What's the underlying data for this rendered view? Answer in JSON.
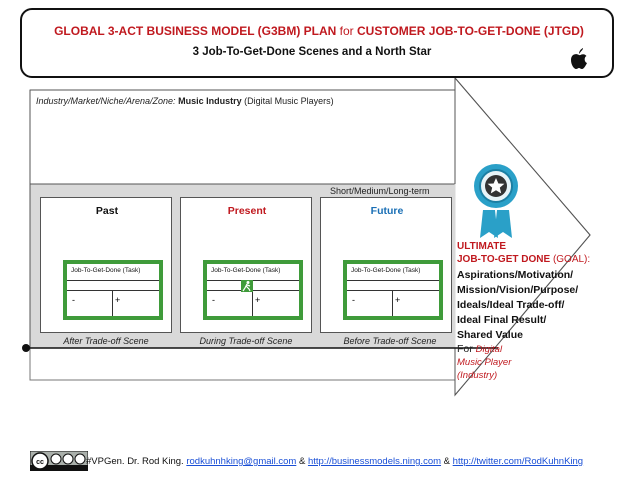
{
  "header": {
    "title_part1": "GLOBAL 3-ACT BUSINESS MODEL (G3BM) PLAN",
    "title_for": "for",
    "title_part2": "CUSTOMER JOB-TO-GET-DONE (JTGD)",
    "subtitle": "3 Job-To-Get-Done Scenes and a North Star",
    "logo_icon": "apple-icon"
  },
  "industry": {
    "label": "Industry/Market/Niche/Arena/Zone:",
    "value": "Music Industry",
    "detail": "(Digital Music Players)"
  },
  "timeline": {
    "horizon_label": "Short/Medium/Long-term"
  },
  "scenes": [
    {
      "title": "Past",
      "title_color": "#111111",
      "job_label": "Job-To-Get-Done (Task)",
      "minus": "-",
      "plus": "+",
      "caption": "After Trade-off Scene"
    },
    {
      "title": "Present",
      "title_color": "#c0191f",
      "job_label": "Job-To-Get-Done (Task)",
      "minus": "-",
      "plus": "+",
      "caption": "During Trade-off Scene"
    },
    {
      "title": "Future",
      "title_color": "#1a6fb5",
      "job_label": "Job-To-Get-Done (Task)",
      "minus": "-",
      "plus": "+",
      "caption": "Before Trade-off Scene"
    }
  ],
  "goal": {
    "line1": "ULTIMATE",
    "line2a": "JOB-TO-GET DONE",
    "line2b": "(GOAL):",
    "body": [
      "Aspirations/Motivation/",
      "Mission/Vision/Purpose/",
      "Ideals/Ideal Trade-off/",
      "Ideal Final Result/",
      "Shared Value"
    ],
    "for_label": "For",
    "for_value": "Digital Music Player (Industry)",
    "badge_icon": "star-ribbon-icon"
  },
  "footer": {
    "prefix": "#VPGen. Dr. Rod King.",
    "email": "rodkuhnhking@gmail.com",
    "sep1": "&",
    "url1": "http://businessmodels.ning.com",
    "sep2": "&",
    "url2": "http://twitter.com/RodKuhnKing",
    "license_icon": "creative-commons-icon"
  },
  "colors": {
    "accent_red": "#c0191f",
    "future_blue": "#1a6fb5",
    "band_fill": "#d9d9d9",
    "job_green": "#3f9b3a",
    "ribbon_teal": "#2aa0c8"
  }
}
